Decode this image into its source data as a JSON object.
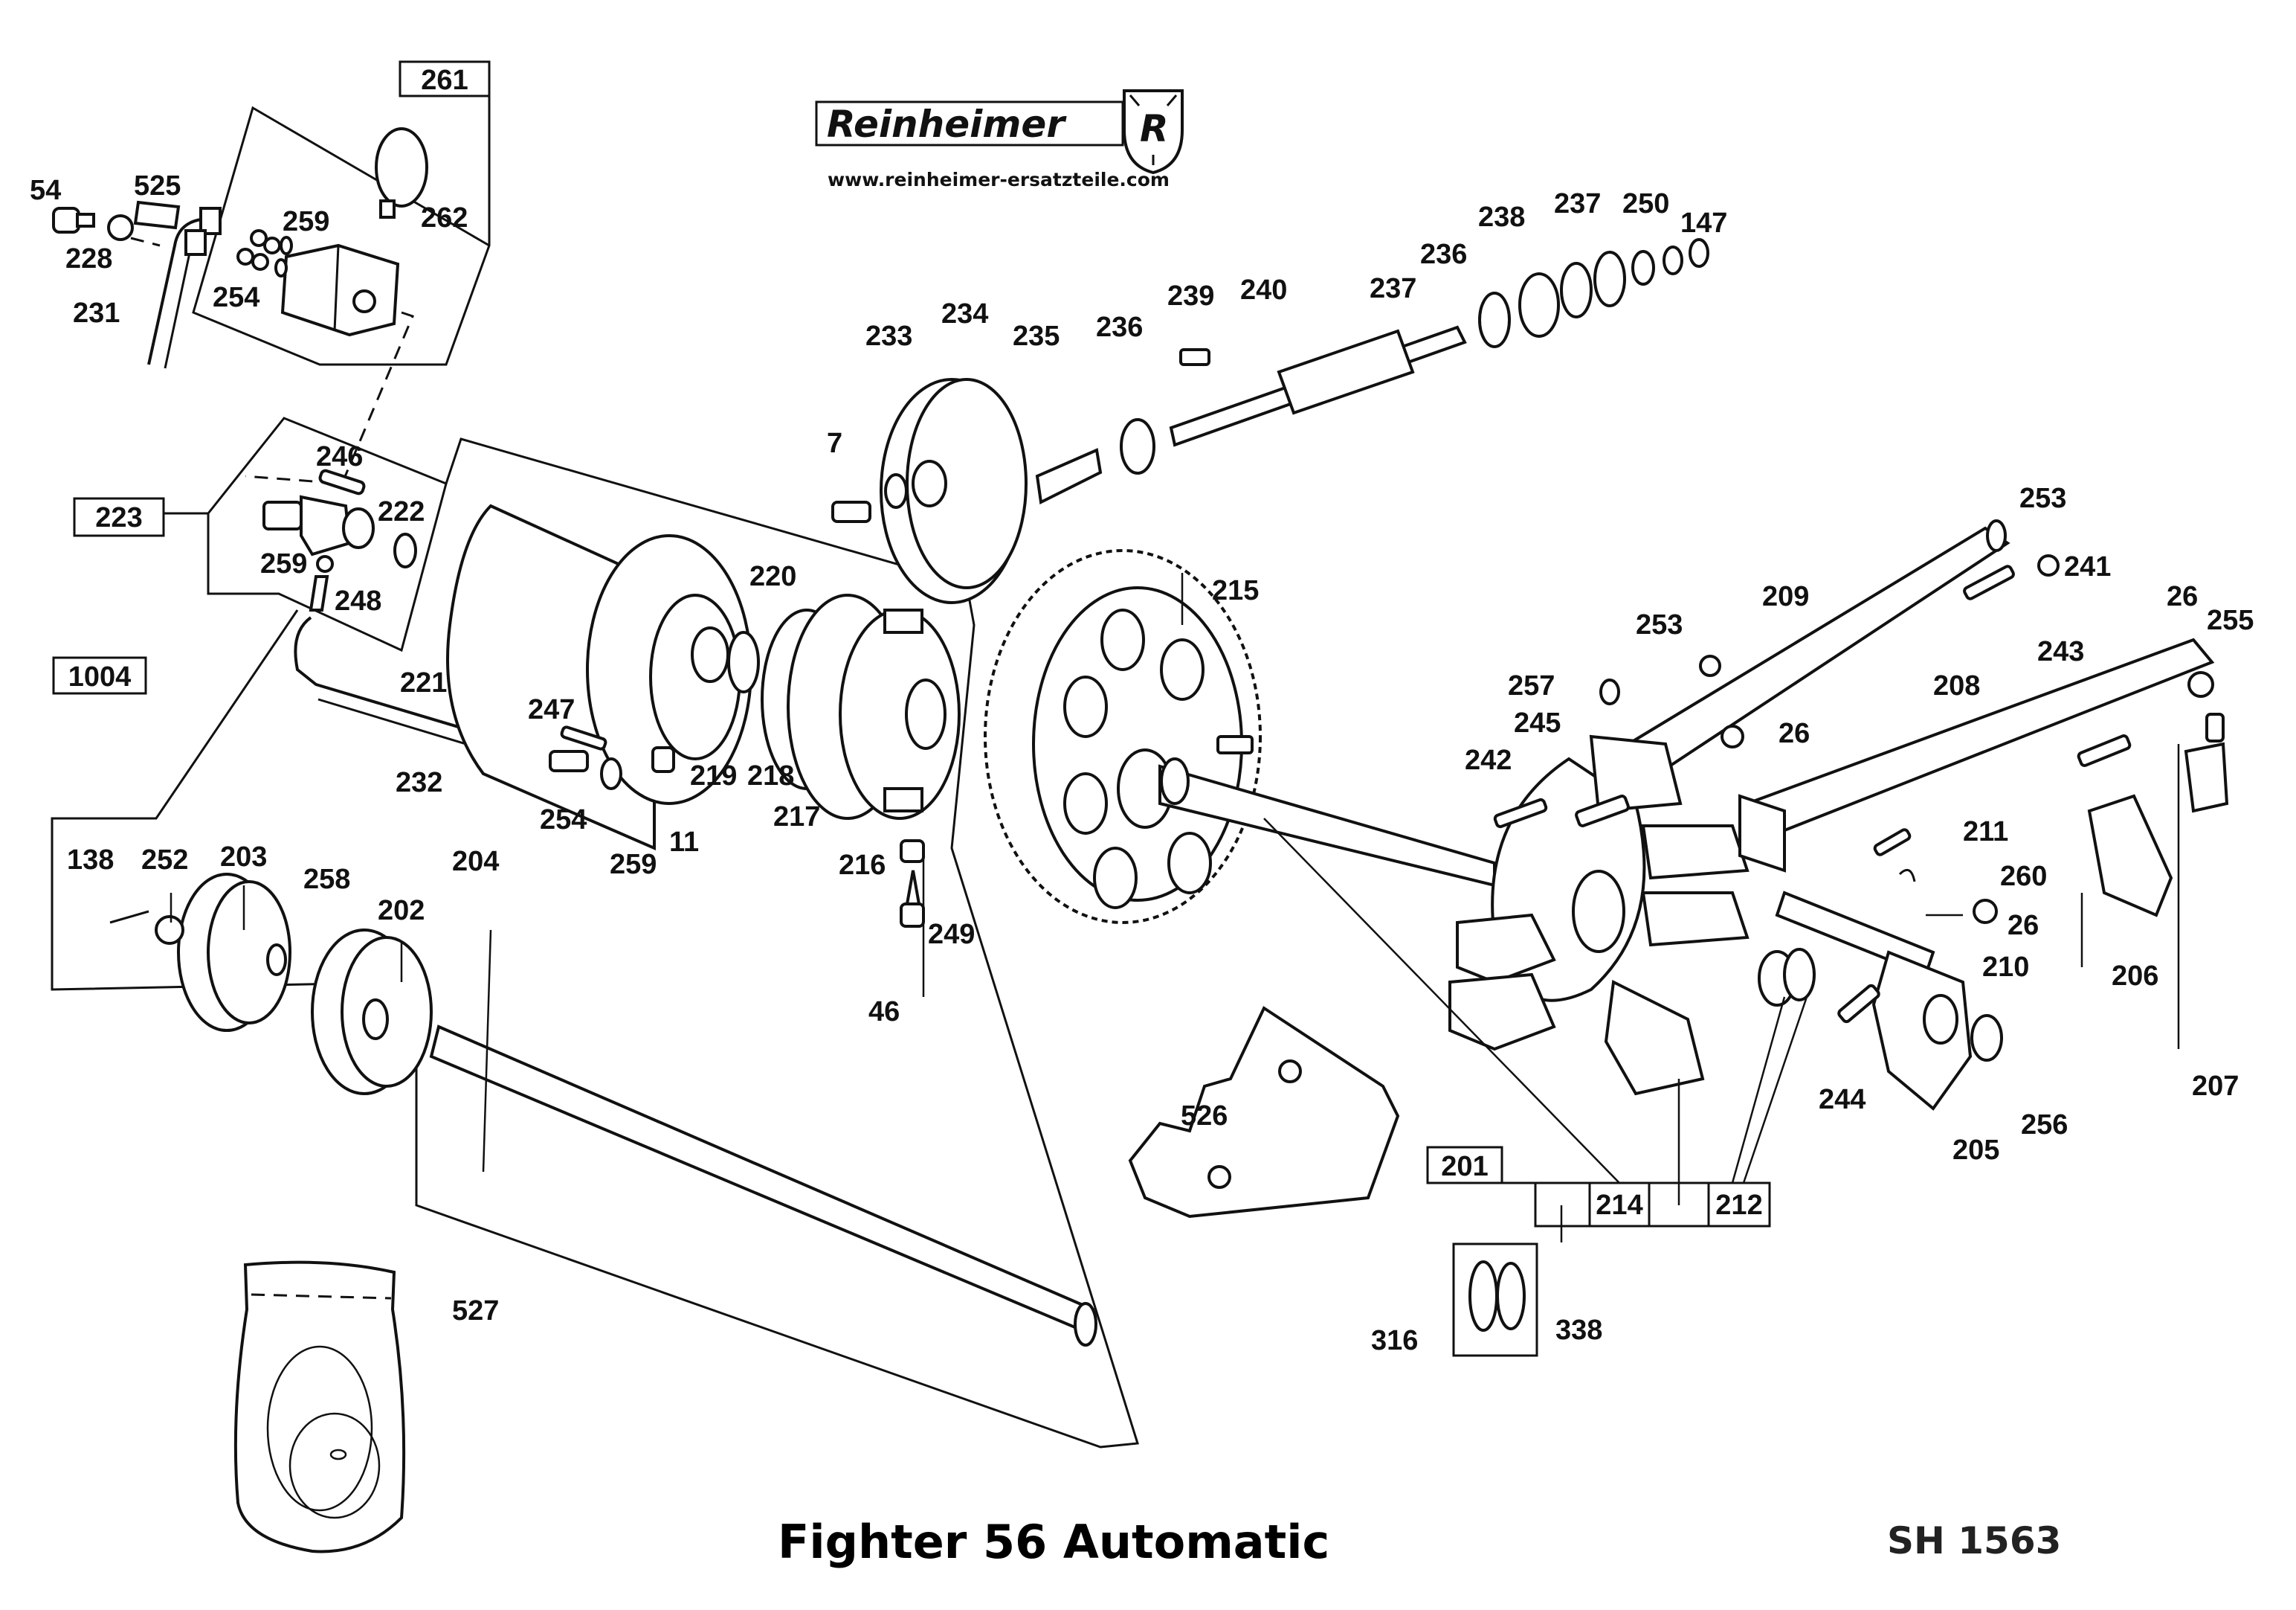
{
  "header": {
    "brand": "Reinheimer",
    "brand_emblem": "R",
    "website": "www.reinheimer-ersatzteile.com"
  },
  "footer": {
    "title": "Fighter 56 Automatic",
    "sheet_code": "SH 1563"
  },
  "group_boxes": {
    "g261": "261",
    "g223": "223",
    "g1004": "1004",
    "g201": "201",
    "g214": "214",
    "g212": "212"
  },
  "parts": {
    "p54": "54",
    "p525": "525",
    "p228": "228",
    "p231": "231",
    "p259a": "259",
    "p254a": "254",
    "p262": "262",
    "p246": "246",
    "p222": "222",
    "p259b": "259",
    "p248": "248",
    "p232": "232",
    "p221": "221",
    "p220": "220",
    "p219": "219",
    "p218": "218",
    "p217": "217",
    "p216": "216",
    "p247": "247",
    "p254b": "254",
    "p259c": "259",
    "p11": "11",
    "p249": "249",
    "p46": "46",
    "p7": "7",
    "p233": "233",
    "p234": "234",
    "p235": "235",
    "p236a": "236",
    "p239": "239",
    "p240": "240",
    "p237a": "237",
    "p236b": "236",
    "p238": "238",
    "p237b": "237",
    "p250": "250",
    "p147": "147",
    "p215": "215",
    "p138": "138",
    "p252": "252",
    "p203": "203",
    "p258": "258",
    "p202": "202",
    "p204": "204",
    "p527": "527",
    "p526": "526",
    "p253a": "253",
    "p241": "241",
    "p209": "209",
    "p253b": "253",
    "p257": "257",
    "p245": "245",
    "p242": "242",
    "p26a": "26",
    "p26b": "26",
    "p255": "255",
    "p243": "243",
    "p208": "208",
    "p211": "211",
    "p260": "260",
    "p26c": "26",
    "p210": "210",
    "p206": "206",
    "p207": "207",
    "p244": "244",
    "p205": "205",
    "p256": "256",
    "p316": "316",
    "p338": "338"
  }
}
